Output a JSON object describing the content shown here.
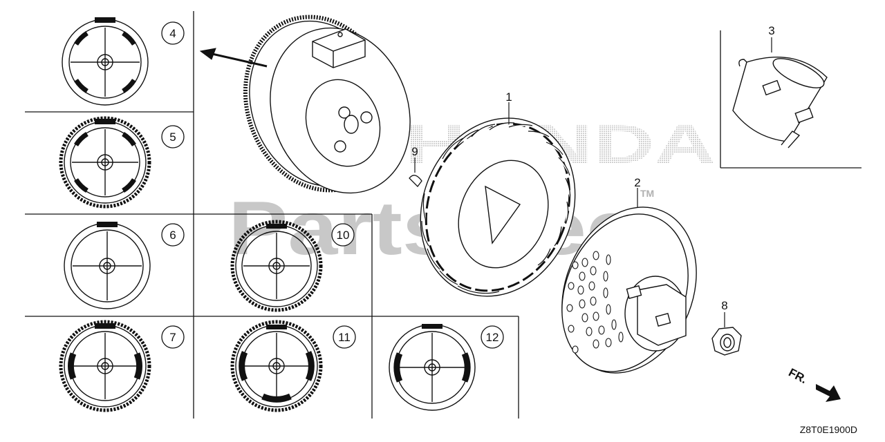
{
  "watermarks": {
    "brand": "HONDA",
    "site": "PartsTree",
    "tm": "TM"
  },
  "callouts": {
    "p1": "1",
    "p2": "2",
    "p3": "3",
    "p4": "4",
    "p5": "5",
    "p6": "6",
    "p7": "7",
    "p8": "8",
    "p9": "9",
    "p10": "10",
    "p11": "11",
    "p12": "12"
  },
  "direction_label": "FR.",
  "reference_code": "Z8T0E1900D",
  "colors": {
    "line": "#111111",
    "dark_band": "#111111",
    "watermark": "#c8c8c8",
    "background": "#ffffff"
  }
}
